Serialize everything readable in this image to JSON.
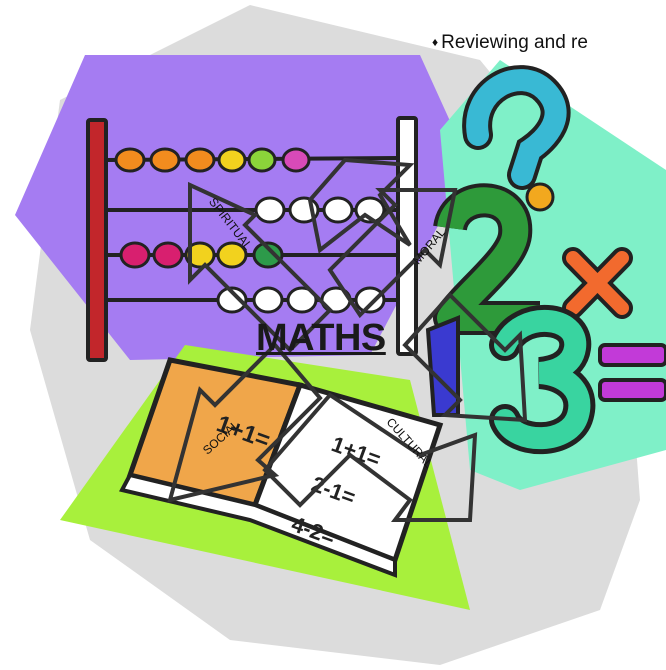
{
  "header": {
    "bullet_symbol": "♦",
    "bullet_text": "Reviewing and re"
  },
  "center": {
    "title": "MATHS"
  },
  "arrows": {
    "spiritual": "SPIRITUAL",
    "moral": "MORAL",
    "social": "SOCIAL",
    "cultural": "CULTURAL"
  },
  "clipart": {
    "abacus_icon": "abacus-icon",
    "question_mark_icon": "question-mark-icon",
    "number_two_icon": "number-two-icon",
    "multiply_icon": "multiply-sign-icon",
    "number_one_icon": "number-one-icon",
    "number_three_icon": "number-three-icon",
    "equals_icon": "equals-sign-icon",
    "book_icon": "sums-book-icon",
    "book_sums": [
      "1+1=",
      "2-1=",
      "4-2="
    ]
  },
  "colors": {
    "purple_panel": "#a57cf2",
    "mint_panel": "#7ff0c8",
    "lime_panel": "#a8f03c",
    "grey_panel": "#dcdcdc",
    "arrow_stroke": "#333333"
  }
}
